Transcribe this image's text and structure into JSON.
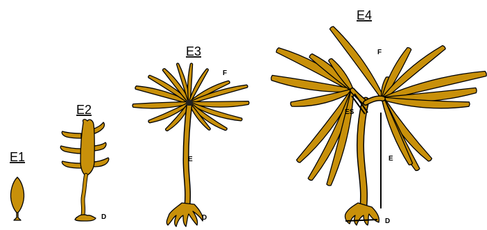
{
  "stages": [
    {
      "title": "E1",
      "labels": []
    },
    {
      "title": "E2",
      "labels": [
        "D"
      ]
    },
    {
      "title": "E3",
      "labels": [
        "F",
        "E",
        "D"
      ]
    },
    {
      "title": "E4",
      "labels": [
        "F",
        "ES",
        "E",
        "D"
      ]
    }
  ],
  "colors": {
    "kelp": "#C8900A",
    "outline": "#000000",
    "background": "#FFFFFF"
  }
}
